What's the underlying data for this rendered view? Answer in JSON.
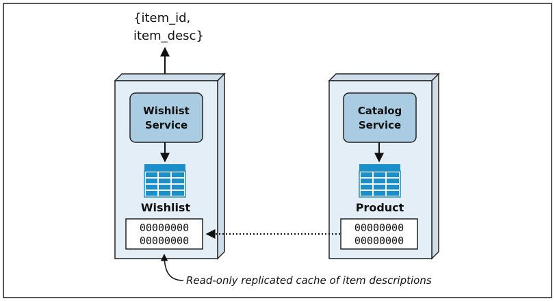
{
  "output_label": [
    "{item_id,",
    "item_desc}"
  ],
  "left_box": {
    "service_label": [
      "Wishlist",
      "Service"
    ],
    "table_label": "Wishlist",
    "cache_rows": [
      "00000000",
      "00000000"
    ]
  },
  "right_box": {
    "service_label": [
      "Catalog",
      "Service"
    ],
    "table_label": "Product",
    "cache_rows": [
      "00000000",
      "00000000"
    ]
  },
  "annotation": "Read-only replicated cache of item descriptions",
  "colors": {
    "box_fill": "#e4eef6",
    "box_side": "#cfdde8",
    "service_fill": "#a9cce3",
    "table_header": "#1b8fc9",
    "table_cell": "#1b8fc9"
  }
}
